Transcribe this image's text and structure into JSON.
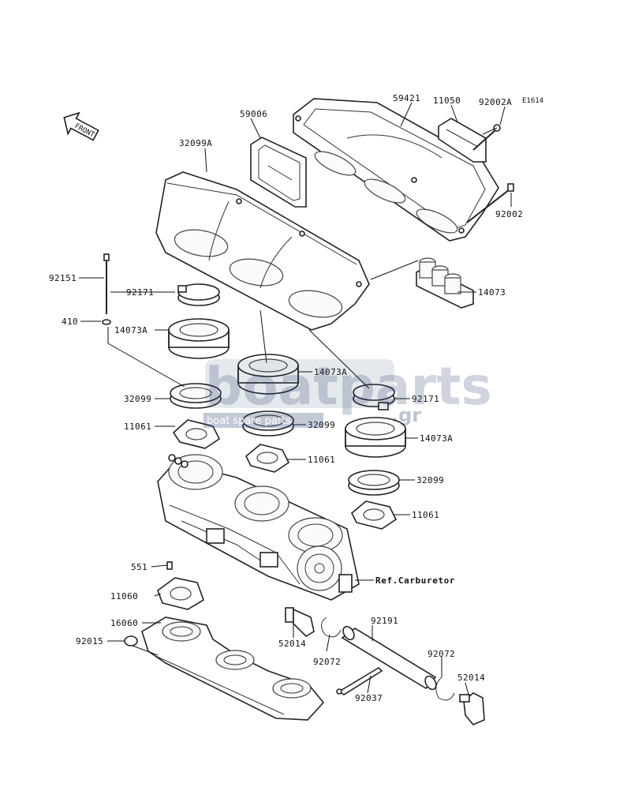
{
  "diagram": {
    "code": "E1614",
    "front_label": "FRONT",
    "reference_label": "Ref.Carburetor",
    "watermark": {
      "brand": "boatparts",
      "tagline": "boat spare parts",
      "domain": ".gr"
    }
  },
  "parts": [
    {
      "id": "p59006",
      "number": "59006"
    },
    {
      "id": "p59421",
      "number": "59421"
    },
    {
      "id": "p11050",
      "number": "11050"
    },
    {
      "id": "p92002A",
      "number": "92002A"
    },
    {
      "id": "p32099A",
      "number": "32099A"
    },
    {
      "id": "p92002",
      "number": "92002"
    },
    {
      "id": "p92151",
      "number": "92151"
    },
    {
      "id": "p92171a",
      "number": "92171"
    },
    {
      "id": "p14073",
      "number": "14073"
    },
    {
      "id": "p410",
      "number": "410"
    },
    {
      "id": "p14073Aa",
      "number": "14073A"
    },
    {
      "id": "p14073Ab",
      "number": "14073A"
    },
    {
      "id": "p32099a",
      "number": "32099"
    },
    {
      "id": "p92171b",
      "number": "92171"
    },
    {
      "id": "p11061a",
      "number": "11061"
    },
    {
      "id": "p32099b",
      "number": "32099"
    },
    {
      "id": "p14073Ac",
      "number": "14073A"
    },
    {
      "id": "p11061b",
      "number": "11061"
    },
    {
      "id": "p32099c",
      "number": "32099"
    },
    {
      "id": "p11061c",
      "number": "11061"
    },
    {
      "id": "p551",
      "number": "551"
    },
    {
      "id": "p11060",
      "number": "11060"
    },
    {
      "id": "p16060",
      "number": "16060"
    },
    {
      "id": "p92015",
      "number": "92015"
    },
    {
      "id": "p52014a",
      "number": "52014"
    },
    {
      "id": "p92191",
      "number": "92191"
    },
    {
      "id": "p92072a",
      "number": "92072"
    },
    {
      "id": "p92072b",
      "number": "92072"
    },
    {
      "id": "p52014b",
      "number": "52014"
    },
    {
      "id": "p92037",
      "number": "92037"
    }
  ]
}
